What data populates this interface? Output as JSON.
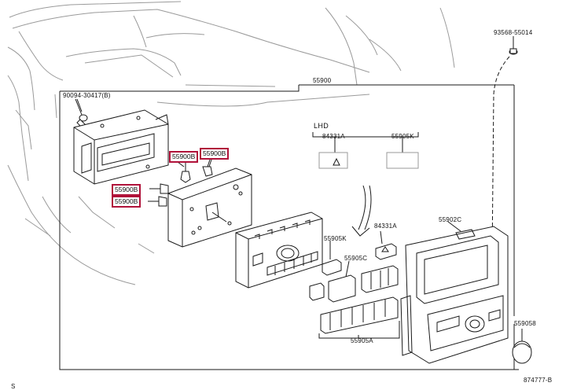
{
  "part_labels": {
    "bolt_top_right": "93568-55014",
    "assembly_main": "55900",
    "screw_left": "90094-30417(B)",
    "lhd_label": "LHD",
    "switch_lhd_left": "84331A",
    "switch_lhd_right": "55905K",
    "switch_mid": "84331A",
    "button_mid": "55905K",
    "button_group_c": "55905C",
    "bezel": "55902C",
    "button_strip": "55905A",
    "knob": "559058",
    "diagram_number": "874777-B",
    "corner_mark": "S"
  },
  "highlighted_tags": {
    "bulb_1": "55900B",
    "bulb_2": "55900B",
    "bulb_3": "55900B",
    "bulb_4": "55900B"
  },
  "colors": {
    "highlight": "#b0123a",
    "line": "#1a1a1a",
    "faint": "#9a9a9a"
  }
}
